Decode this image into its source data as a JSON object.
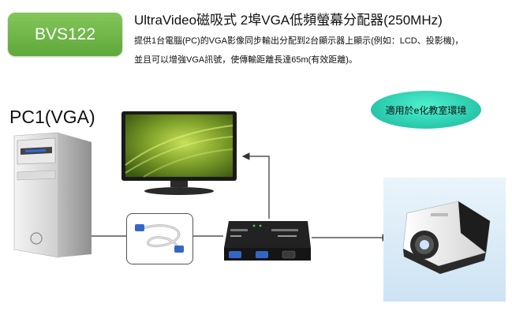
{
  "model": "BVS122",
  "title": "UltraVideo磁吸式 2埠VGA低頻螢幕分配器(250MHz)",
  "description_line1": "提供1台電腦(PC)的VGA影像同步輸出分配到2台顯示器上顯示(例如：LCD、投影機)，",
  "description_line2": "並且可以增強VGA訊號，使傳輸距離長達65m(有效距離)。",
  "pc_label": "PC1(VGA)",
  "bubble_text": "適用於e化教室環境",
  "icons": [
    "pc-tower-icon",
    "lcd-monitor-icon",
    "vga-cable-icon",
    "vga-splitter-icon",
    "projector-icon"
  ],
  "colors": {
    "badge": "#6db544",
    "bubble": "#2fd1b4",
    "connector": "#3466c6"
  }
}
